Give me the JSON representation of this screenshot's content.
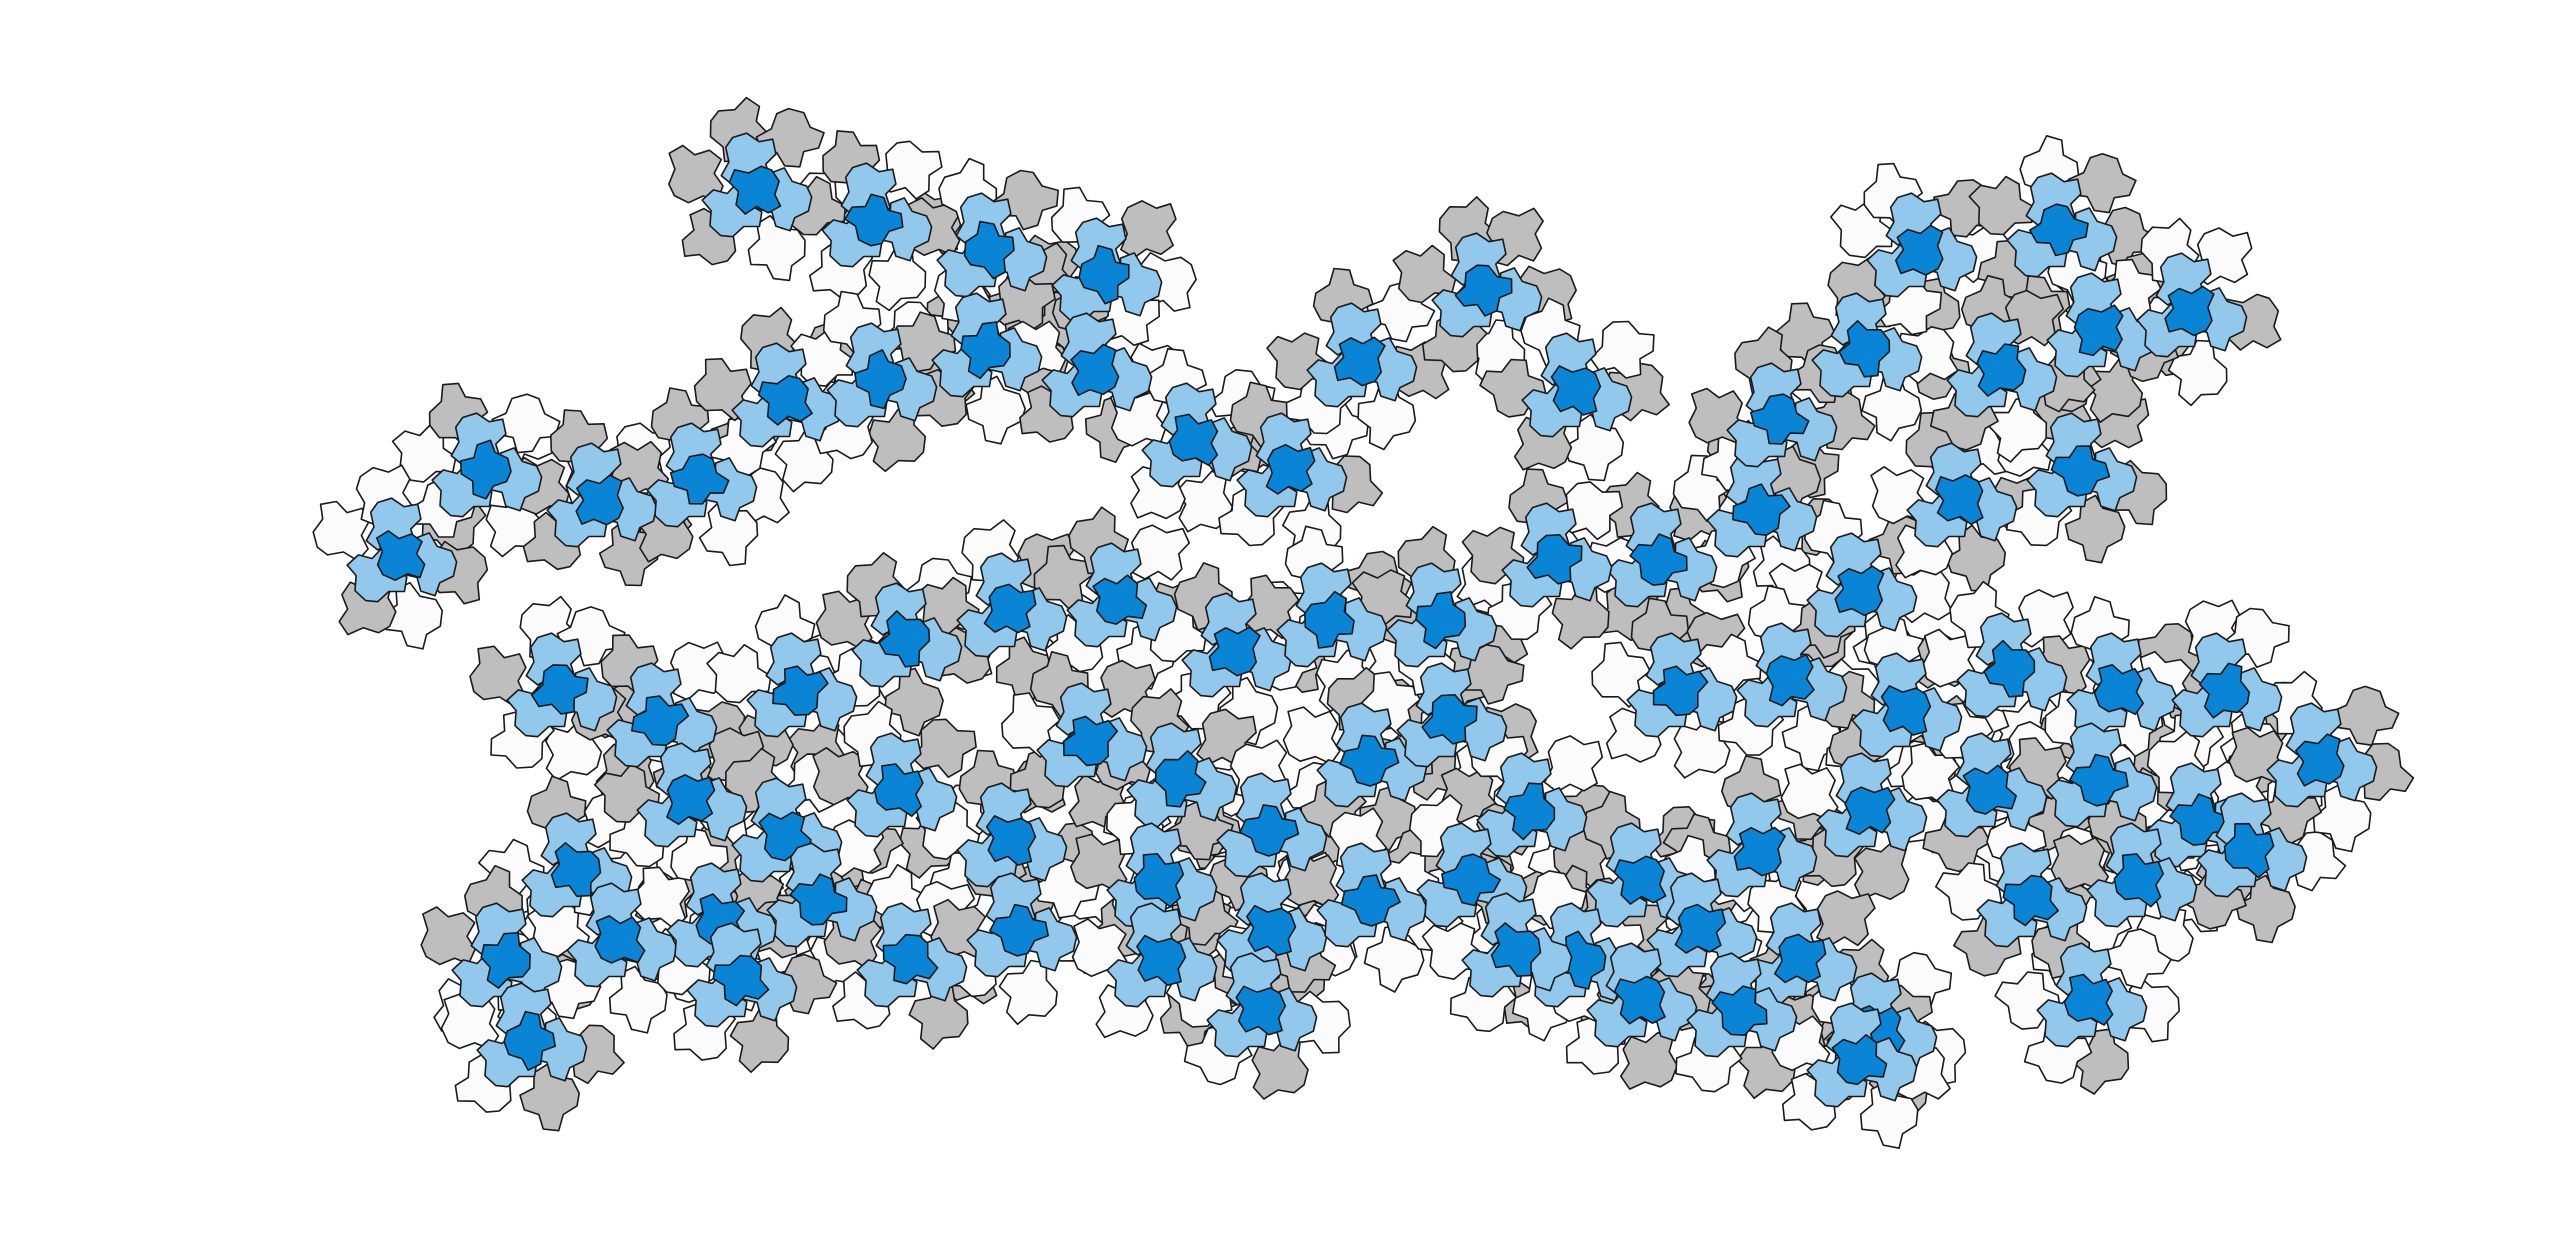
{
  "palette": {
    "background": "#ffffff",
    "dark_blue": "#0a85d6",
    "light_blue": "#92c8ec",
    "grey": "#bebebe",
    "white": "#fbfbfb",
    "outline": "#1a1a1a"
  },
  "tiling": {
    "description_hidden": true,
    "tile_colors": [
      "dark_blue",
      "light_blue",
      "grey",
      "white"
    ]
  }
}
